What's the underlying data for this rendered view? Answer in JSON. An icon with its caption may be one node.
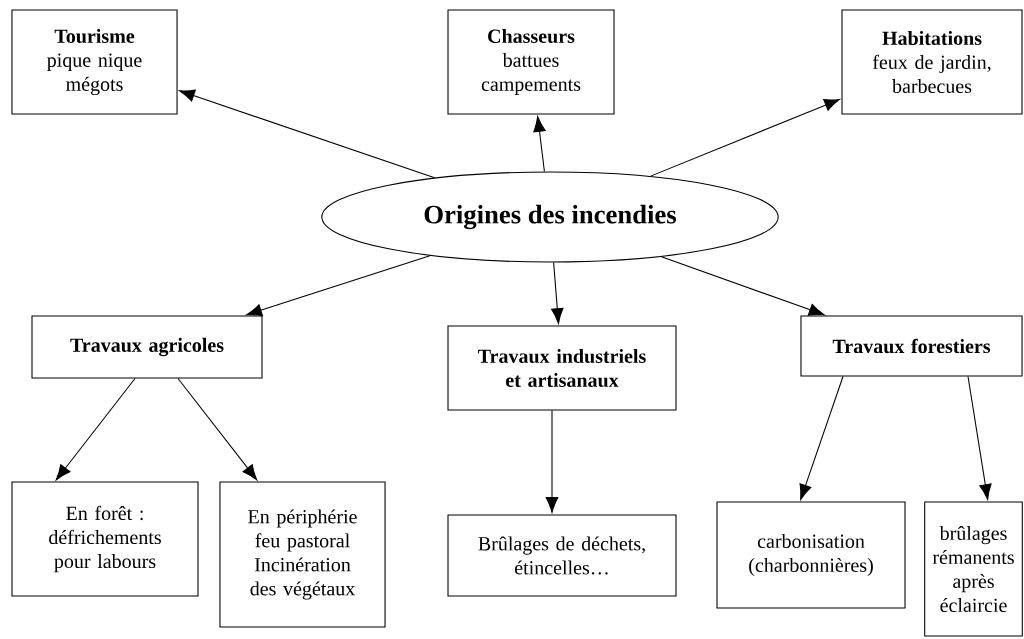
{
  "diagram": {
    "nodes": [
      {
        "text": [
          "Origines des incendies"
        ]
      },
      {
        "text": [
          "Tourisme",
          "pique nique mégots"
        ]
      },
      {
        "text": [
          "Chasseurs",
          "battues campements"
        ]
      },
      {
        "text": [
          "Habitations",
          "feux de jardin, barbecues"
        ]
      },
      {
        "text": [
          "Travaux agricoles"
        ]
      },
      {
        "text": [
          "Travaux industriels et artisanaux"
        ]
      },
      {
        "text": [
          "Travaux forestiers"
        ]
      },
      {
        "text": [
          "En forêt : défrichements pour labours"
        ]
      },
      {
        "text": [
          "En périphérie feu pastoral Incinération des végétaux"
        ]
      },
      {
        "text": [
          "Brûlages de déchets, étincelles…"
        ]
      },
      {
        "text": [
          "carbonisation (charbonnières)"
        ]
      },
      {
        "text": [
          "brûlages rémanents après éclaircie"
        ]
      }
    ],
    "edges": [
      {
        "from": 0,
        "to": 1,
        "arrow": "to"
      },
      {
        "from": 0,
        "to": 2,
        "arrow": "to"
      },
      {
        "from": 0,
        "to": 3,
        "arrow": "to"
      },
      {
        "from": 0,
        "to": 4,
        "arrow": "to"
      },
      {
        "from": 0,
        "to": 5,
        "arrow": "to"
      },
      {
        "from": 0,
        "to": 6,
        "arrow": "to"
      },
      {
        "from": 4,
        "to": 7,
        "arrow": "to"
      },
      {
        "from": 4,
        "to": 8,
        "arrow": "to"
      },
      {
        "from": 5,
        "to": 9,
        "arrow": "to"
      },
      {
        "from": 6,
        "to": 10,
        "arrow": "to"
      },
      {
        "from": 6,
        "to": 11,
        "arrow": "to"
      }
    ]
  }
}
